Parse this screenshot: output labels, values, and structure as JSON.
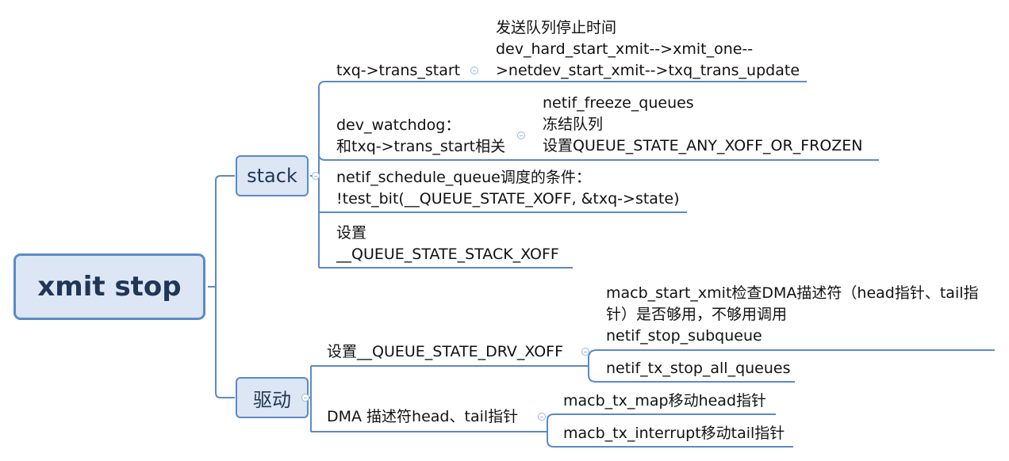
{
  "root": {
    "label": "xmit stop"
  },
  "stack": {
    "label": "stack",
    "txq_trans_start": {
      "label": "txq->trans_start",
      "detail": [
        "发送队列停止时间",
        "dev_hard_start_xmit-->xmit_one--",
        ">netdev_start_xmit-->txq_trans_update"
      ]
    },
    "dev_watchdog": {
      "label": [
        "dev_watchdog：",
        "和txq->trans_start相关"
      ],
      "detail": [
        "netif_freeze_queues",
        "冻结队列",
        "设置QUEUE_STATE_ANY_XOFF_OR_FROZEN"
      ]
    },
    "schedule_queue": {
      "label": [
        "netif_schedule_queue调度的条件：",
        "!test_bit(__QUEUE_STATE_XOFF, &txq->state)"
      ]
    },
    "stack_xoff": {
      "label": [
        "设置",
        "__QUEUE_STATE_STACK_XOFF"
      ]
    }
  },
  "driver": {
    "label": "驱动",
    "drv_xoff": {
      "label": "设置__QUEUE_STATE_DRV_XOFF",
      "check_detail": [
        "macb_start_xmit检查DMA描述符（head指针、tail指",
        "针）是否够用，不够用调用",
        "netif_stop_subqueue"
      ],
      "stop_all": "netif_tx_stop_all_queues"
    },
    "dma": {
      "label": "DMA 描述符head、tail指针",
      "tx_map": "macb_tx_map移动head指针",
      "tx_interrupt": "macb_tx_interrupt移动tail指针"
    }
  },
  "colors": {
    "line": "#5b8ac9",
    "node_fill": "#dce6f4",
    "node_text": "#1f3657"
  }
}
